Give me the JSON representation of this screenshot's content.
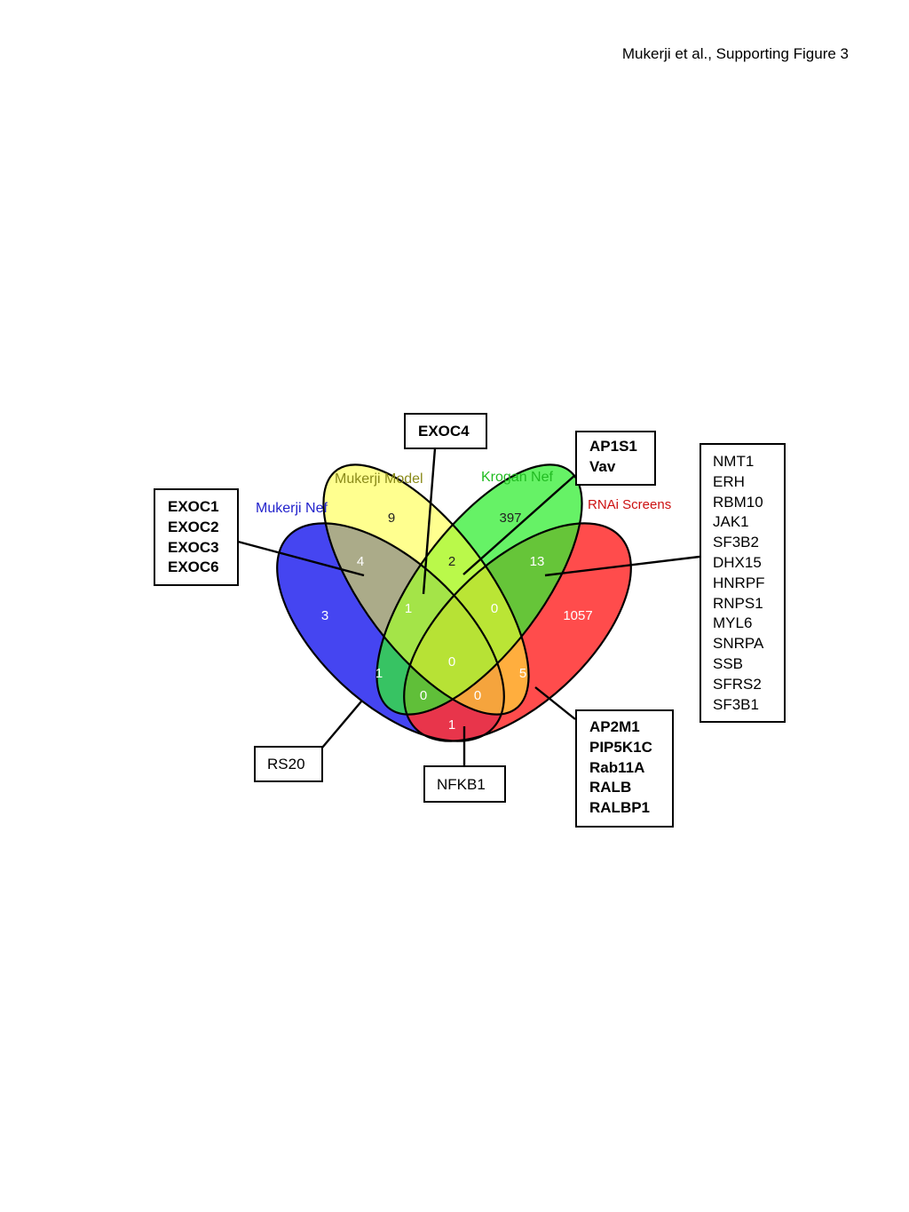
{
  "header": "Mukerji et al., Supporting Figure 3",
  "sets": {
    "mukerji_nef": {
      "label": "Mukerji Nef",
      "color": "#3b3bf0",
      "label_color": "#2222cc"
    },
    "mukerji_model": {
      "label": "Mukerji Model",
      "color": "#ffff33",
      "label_color": "#8a8a1a"
    },
    "krogan_nef": {
      "label": "Krogan Nef",
      "color": "#33ee33",
      "label_color": "#22bb22"
    },
    "rnai_screens": {
      "label": "RNAi Screens",
      "color": "#ff3333",
      "label_color": "#cc1111"
    }
  },
  "counts": {
    "nef_only": "3",
    "model_only": "9",
    "krogan_only": "397",
    "rnai_only": "1057",
    "nef_model": "4",
    "model_krogan": "2",
    "krogan_rnai": "13",
    "nef_model_krogan": "1",
    "model_krogan_rnai": "0",
    "all_four": "0",
    "nef_krogan": "1",
    "model_rnai": "5",
    "nef_krogan_rnai": "0",
    "nef_model_rnai": "0",
    "nef_rnai": "1"
  },
  "callouts": {
    "exoc4": [
      "EXOC4"
    ],
    "ap1s1_vav": [
      "AP1S1",
      "Vav"
    ],
    "exoc_group": [
      "EXOC1",
      "EXOC2",
      "EXOC3",
      "EXOC6"
    ],
    "nmt1_group": [
      "NMT1",
      "ERH",
      "RBM10",
      "JAK1",
      "SF3B2",
      "DHX15",
      "HNRPF",
      "RNPS1",
      "MYL6",
      "SNRPA",
      "SSB",
      "SFRS2",
      "SF3B1"
    ],
    "rs20": [
      "RS20"
    ],
    "nfkb1": [
      "NFKB1"
    ],
    "ap2m1_group": [
      "AP2M1",
      "PIP5K1C",
      "Rab11A",
      "RALB",
      "RALBP1"
    ]
  }
}
